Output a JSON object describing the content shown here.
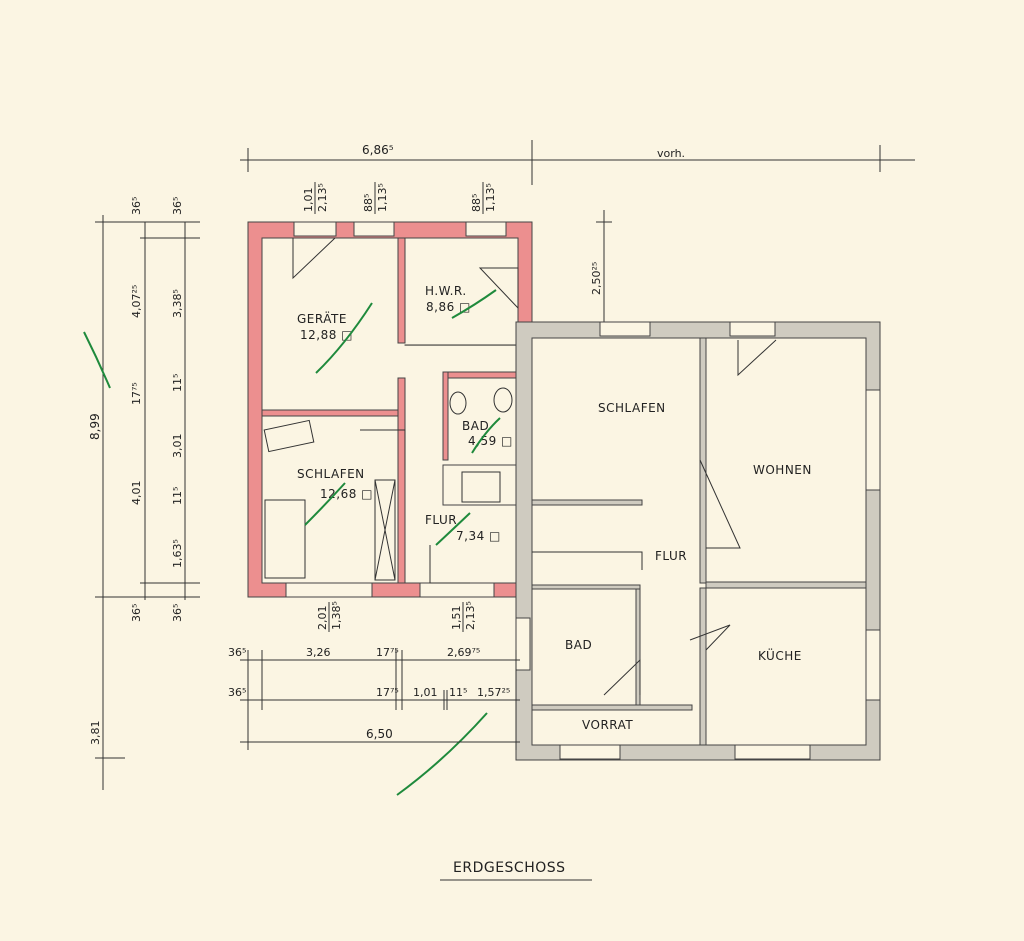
{
  "title": "ERDGESCHOSS",
  "dimensions": {
    "top_total": "6,86⁵",
    "top_existing": "vorh.",
    "window_1": {
      "width": "1,01",
      "height": "2,13⁵"
    },
    "window_2": {
      "width": "88⁵",
      "height": "1,13⁵"
    },
    "window_3": {
      "width": "88⁵",
      "height": "1,13⁵"
    },
    "left_total": "8,99",
    "left_outer": [
      "36⁵",
      "4,07²⁵",
      "17⁷⁵",
      "4,01",
      "36⁵"
    ],
    "left_inner": [
      "36⁵",
      "3,38⁵",
      "11⁵",
      "3,01",
      "11⁵",
      "1,63⁵",
      "36⁵"
    ],
    "left_lower": "3,81",
    "annex_offset": "2,50²⁵",
    "bottom_window_1": {
      "width": "2,01",
      "height": "1,38⁵"
    },
    "bottom_door": {
      "width": "1,51",
      "height": "2,13⁵"
    },
    "bottom_row1": [
      "36⁵",
      "3,26",
      "17⁷⁵",
      "2,69⁷⁵"
    ],
    "bottom_row2": [
      "36⁵",
      "17⁷⁵",
      "1,01",
      "11⁵",
      "1,57²⁵"
    ],
    "bottom_total": "6,50"
  },
  "rooms": [
    {
      "name": "GERÄTE",
      "area": "12,88 □"
    },
    {
      "name": "H.W.R.",
      "area": "8,86 □"
    },
    {
      "name": "BAD",
      "area": "4,59 □"
    },
    {
      "name": "SCHLAFEN",
      "area": "12,68 □"
    },
    {
      "name": "FLUR",
      "area": "7,34 □"
    },
    {
      "name": "SCHLAFEN",
      "area": ""
    },
    {
      "name": "WOHNEN",
      "area": ""
    },
    {
      "name": "FLUR",
      "area": ""
    },
    {
      "name": "BAD",
      "area": ""
    },
    {
      "name": "KÜCHE",
      "area": ""
    },
    {
      "name": "VORRAT",
      "area": ""
    }
  ],
  "colors": {
    "paper": "#fbf5e3",
    "new_wall": "#ec8f8f",
    "existing_wall": "#cfcbc0",
    "annotation": "#1f8a3c"
  }
}
